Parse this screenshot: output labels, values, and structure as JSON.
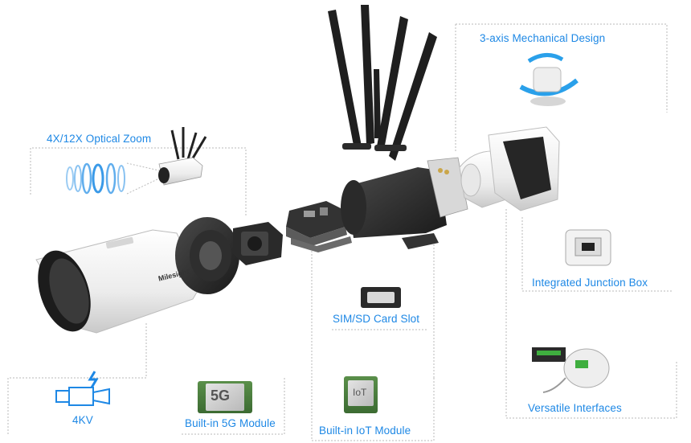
{
  "labels": {
    "zoom": "4X/12X Optical Zoom",
    "mech": "3-axis Mechanical Design",
    "junction": "Integrated Junction Box",
    "sim": "SIM/SD Card Slot",
    "interfaces": "Versatile Interfaces",
    "kv": "4KV",
    "fiveg": "Built-in 5G Module",
    "iot": "Built-in IoT Module"
  },
  "chips": {
    "fiveg_text": "5G",
    "iot_text": "IoT"
  },
  "brand": "Milesight",
  "colors": {
    "accent": "#1e88e5",
    "guide": "#b8b8b8",
    "dark": "#2a2a2a",
    "white_shell": "#f2f2f2"
  }
}
